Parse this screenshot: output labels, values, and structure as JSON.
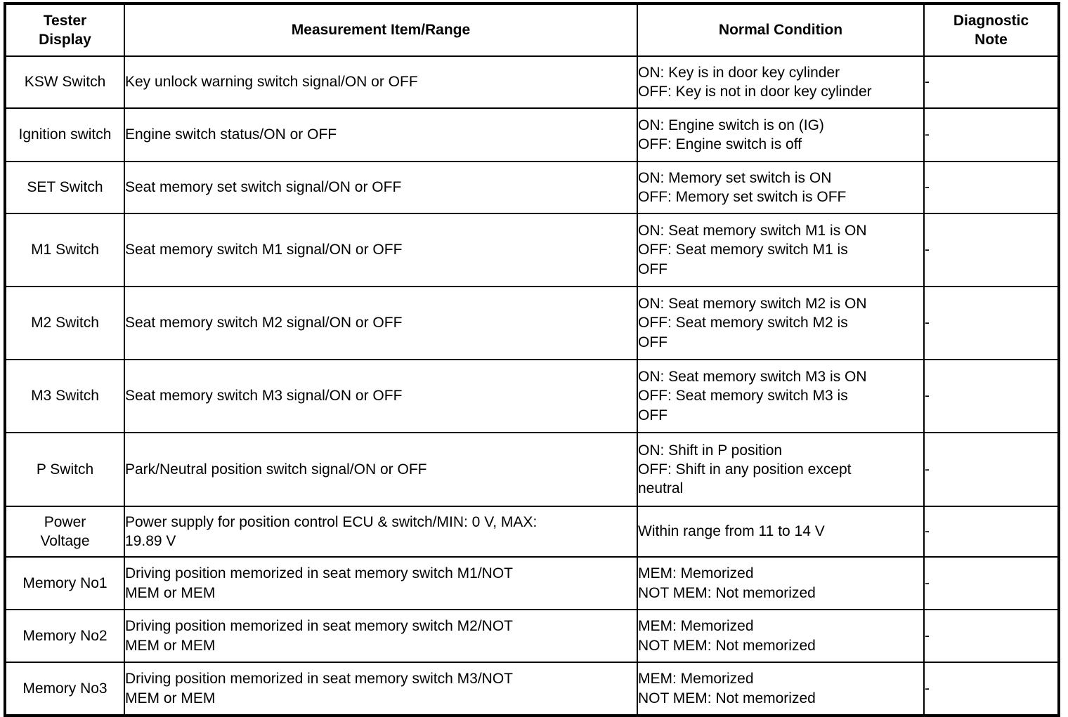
{
  "table": {
    "columns": [
      {
        "key": "tester",
        "header_lines": [
          "Tester",
          "Display"
        ]
      },
      {
        "key": "measure",
        "header_lines": [
          "Measurement Item/Range"
        ]
      },
      {
        "key": "normal",
        "header_lines": [
          "Normal Condition"
        ]
      },
      {
        "key": "note",
        "header_lines": [
          "Diagnostic",
          "Note"
        ]
      }
    ],
    "rows": [
      {
        "tester": "KSW Switch",
        "measure": [
          "Key unlock warning switch signal/ON or OFF"
        ],
        "normal": [
          "ON: Key is in door key cylinder",
          "OFF: Key is not in door key cylinder"
        ],
        "note": "-"
      },
      {
        "tester": "Ignition switch",
        "measure": [
          "Engine switch status/ON or OFF"
        ],
        "normal": [
          "ON: Engine switch is on (IG)",
          "OFF: Engine switch is off"
        ],
        "note": "-"
      },
      {
        "tester": "SET Switch",
        "measure": [
          "Seat memory set switch signal/ON or OFF"
        ],
        "normal": [
          "ON: Memory set switch is ON",
          "OFF: Memory set switch is OFF"
        ],
        "note": "-"
      },
      {
        "tester": "M1 Switch",
        "measure": [
          "Seat memory switch M1 signal/ON or OFF"
        ],
        "normal": [
          "ON: Seat memory switch M1 is ON",
          "OFF: Seat memory switch M1 is",
          "OFF"
        ],
        "note": "-"
      },
      {
        "tester": "M2 Switch",
        "measure": [
          "Seat memory switch M2 signal/ON or OFF"
        ],
        "normal": [
          "ON: Seat memory switch M2 is ON",
          "OFF: Seat memory switch M2 is",
          "OFF"
        ],
        "note": "-"
      },
      {
        "tester": "M3 Switch",
        "measure": [
          "Seat memory switch M3 signal/ON or OFF"
        ],
        "normal": [
          "ON: Seat memory switch M3 is ON",
          "OFF: Seat memory switch M3 is",
          "OFF"
        ],
        "note": "-"
      },
      {
        "tester": "P Switch",
        "measure": [
          "Park/Neutral position switch signal/ON or OFF"
        ],
        "normal": [
          "ON: Shift in P position",
          "OFF: Shift in any position except",
          "neutral"
        ],
        "note": "-"
      },
      {
        "tester": "Power Voltage",
        "tester_lines": [
          "Power",
          "Voltage"
        ],
        "measure": [
          "Power supply for position control ECU & switch/MIN: 0 V, MAX:",
          "19.89 V"
        ],
        "normal": [
          "Within range from 11 to 14 V"
        ],
        "note": "-"
      },
      {
        "tester": "Memory No1",
        "measure": [
          "Driving position memorized in seat memory switch M1/NOT",
          "MEM or MEM"
        ],
        "normal": [
          "MEM: Memorized",
          "NOT MEM: Not memorized"
        ],
        "note": "-"
      },
      {
        "tester": "Memory No2",
        "measure": [
          "Driving position memorized in seat memory switch M2/NOT",
          "MEM or MEM"
        ],
        "normal": [
          "MEM: Memorized",
          "NOT MEM: Not memorized"
        ],
        "note": "-"
      },
      {
        "tester": "Memory No3",
        "measure": [
          "Driving position memorized in seat memory switch M3/NOT",
          "MEM or MEM"
        ],
        "normal": [
          "MEM: Memorized",
          "NOT MEM: Not memorized"
        ],
        "note": "-"
      }
    ]
  },
  "colors": {
    "text": "#000000",
    "background": "#ffffff",
    "border": "#000000"
  }
}
